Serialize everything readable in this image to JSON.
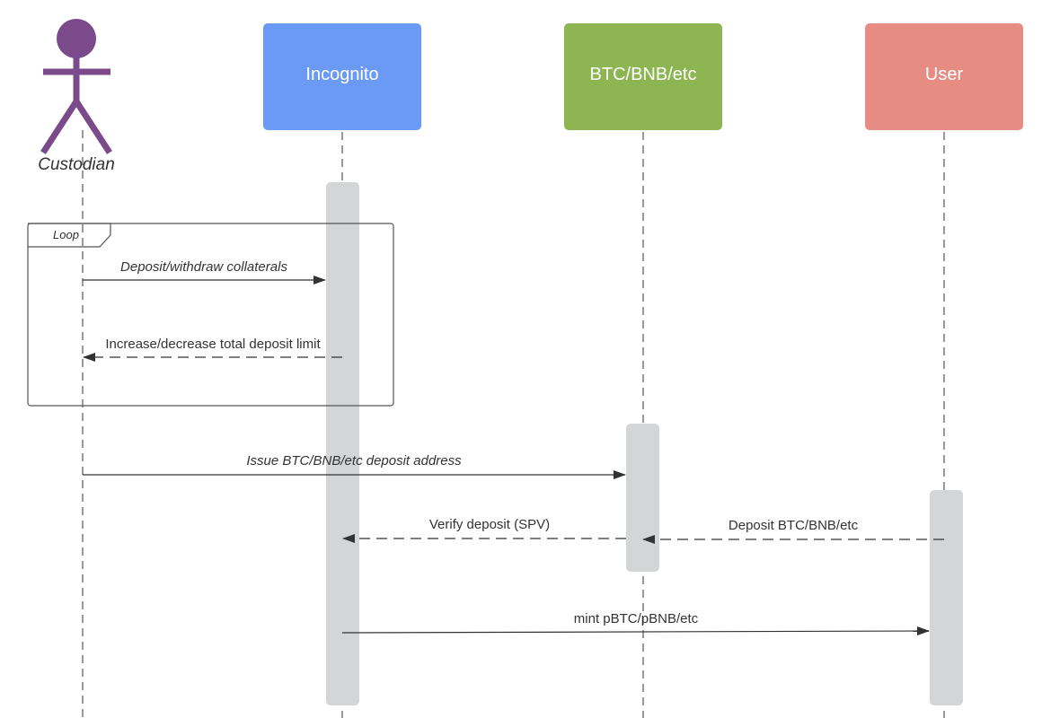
{
  "actor": {
    "label": "Custodian",
    "color": "#7A4A8B"
  },
  "participants": [
    {
      "id": "incognito",
      "label": "Incognito",
      "color": "#6B9AF5"
    },
    {
      "id": "chain",
      "label": "BTC/BNB/etc",
      "color": "#8DB653"
    },
    {
      "id": "user",
      "label": "User",
      "color": "#E68C83"
    }
  ],
  "fragment": {
    "label": "Loop"
  },
  "messages": [
    {
      "id": "m1",
      "text": "Deposit/withdraw collaterals",
      "italic": true,
      "style": "solid"
    },
    {
      "id": "m2",
      "text": "Increase/decrease total deposit limit",
      "italic": false,
      "style": "dashed"
    },
    {
      "id": "m3",
      "text": "Issue BTC/BNB/etc deposit address",
      "italic": true,
      "style": "solid"
    },
    {
      "id": "m4",
      "text": "Verify deposit (SPV)",
      "italic": false,
      "style": "dashed"
    },
    {
      "id": "m5",
      "text": "Deposit BTC/BNB/etc",
      "italic": false,
      "style": "dashed"
    },
    {
      "id": "m6",
      "text": "mint pBTC/pBNB/etc",
      "italic": false,
      "style": "solid"
    }
  ],
  "colors": {
    "activation": "#D4D5D7",
    "line": "#333333",
    "lifeline": "#555555"
  }
}
